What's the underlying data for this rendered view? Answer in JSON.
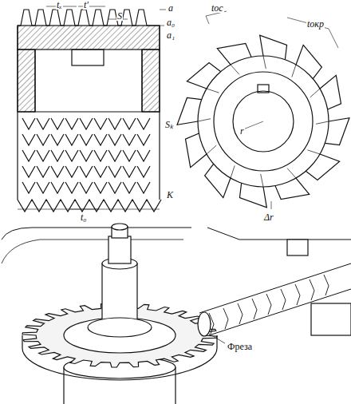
{
  "diagram": {
    "labels": [
      "tₓ",
      "t'",
      "S",
      "a",
      "a₀",
      "a₁",
      "Sₖ",
      "K",
      "t₀",
      "tос",
      "tокр",
      "r",
      "Δr",
      "Фреза"
    ]
  }
}
